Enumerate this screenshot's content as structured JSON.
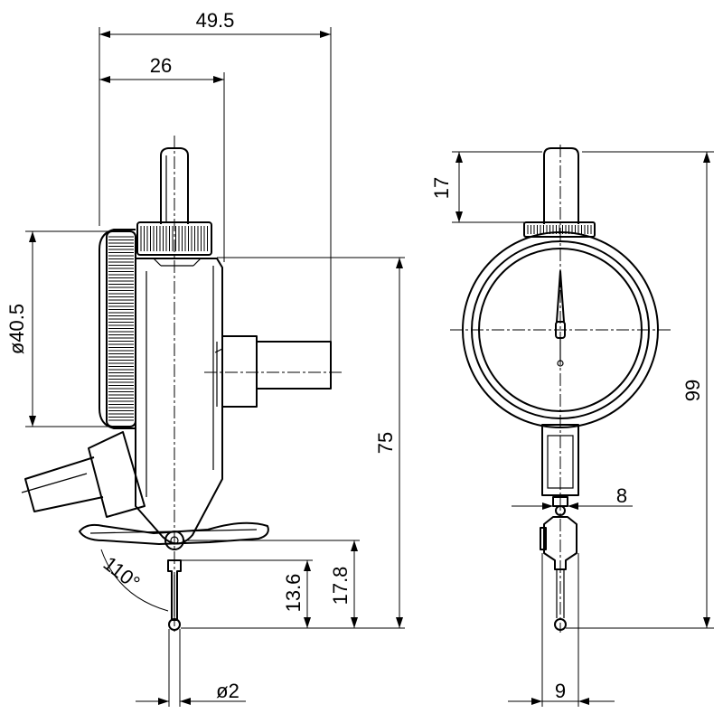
{
  "drawing": {
    "dimensions": {
      "overall_width": "49.5",
      "body_width": "26",
      "dial_diameter": "ø40.5",
      "height_to_bezel": "75",
      "pivot_to_tip_low": "13.6",
      "pivot_to_tip_high": "17.8",
      "probe_ball_diameter": "ø2",
      "angle": "110°",
      "stem_length": "17",
      "overall_height": "99",
      "body_thickness": "8",
      "probe_width": "9"
    }
  }
}
